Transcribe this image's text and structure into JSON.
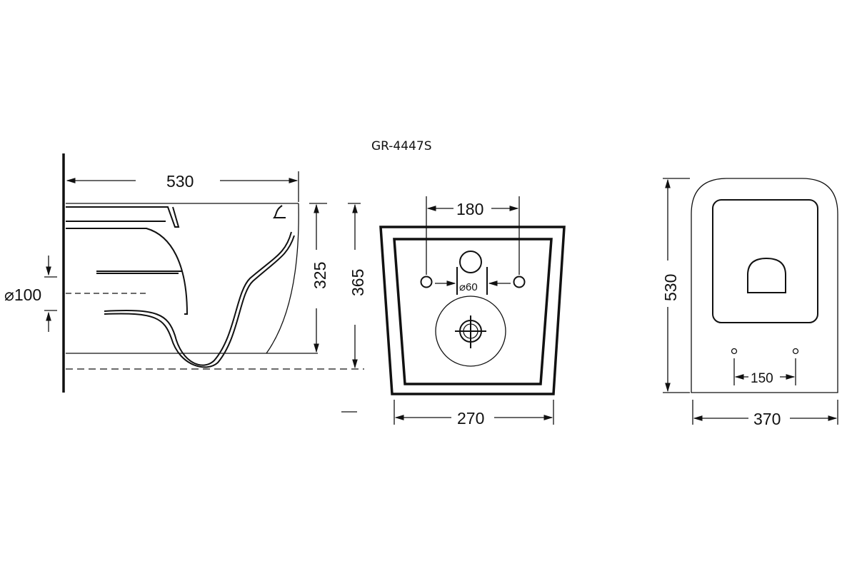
{
  "title": "GR-4447S",
  "side_view": {
    "width": "530",
    "height_bowl": "325",
    "height_total": "365",
    "outlet_diameter": "⌀100"
  },
  "back_view": {
    "hole_spacing": "180",
    "inlet_diameter": "⌀60",
    "width": "270"
  },
  "top_view": {
    "length": "530",
    "hole_spacing": "150",
    "width": "370"
  },
  "colors": {
    "line": "#111111",
    "background": "#ffffff"
  }
}
